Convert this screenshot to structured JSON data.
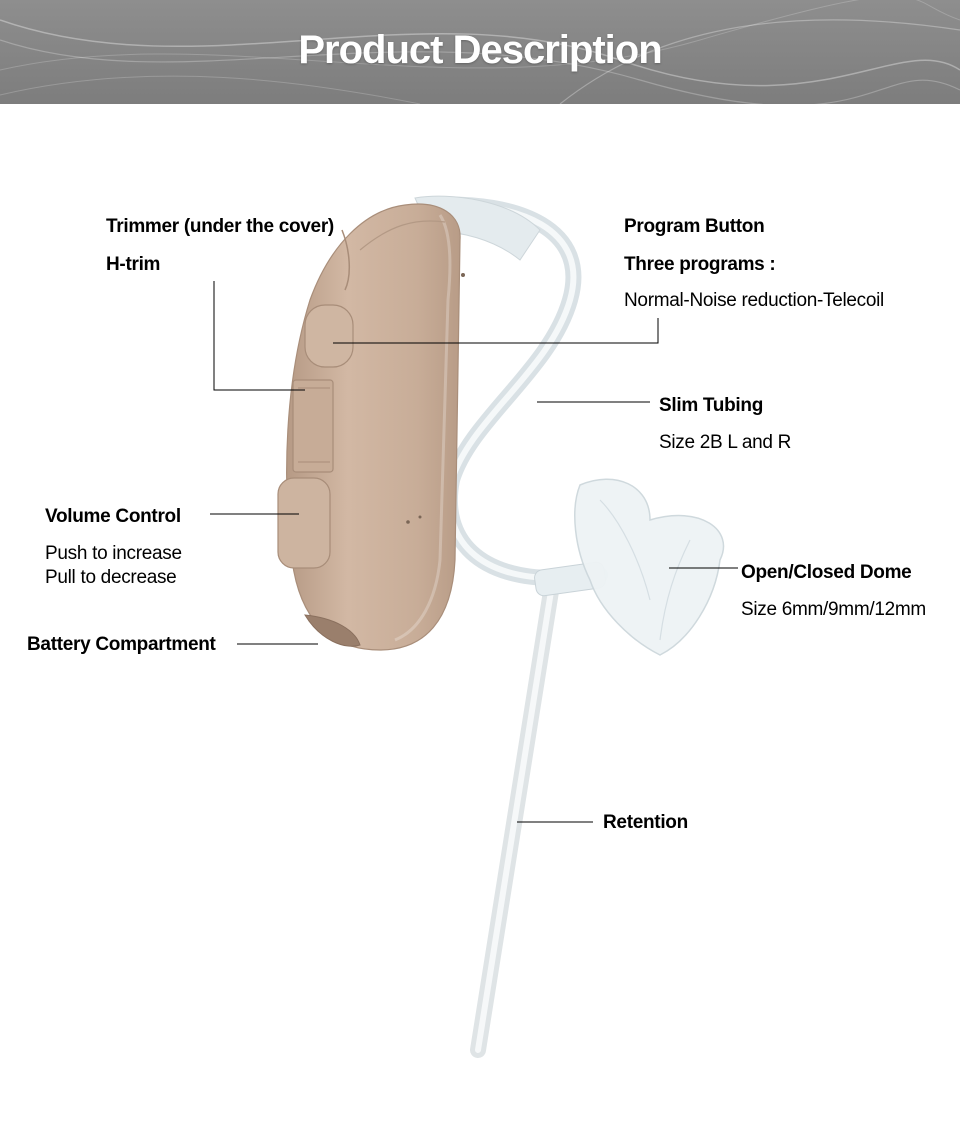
{
  "header": {
    "title": "Product Description"
  },
  "callouts": {
    "trimmer": {
      "title": "Trimmer (under the cover)",
      "subtitle": "H-trim"
    },
    "program": {
      "title": "Program Button",
      "subtitle": "Three programs :",
      "detail": "Normal-Noise reduction-Telecoil"
    },
    "tubing": {
      "title": "Slim Tubing",
      "detail": "Size 2B L and R"
    },
    "volume": {
      "title": "Volume Control",
      "line1": "Push to increase",
      "line2": "Pull to decrease"
    },
    "dome": {
      "title": "Open/Closed Dome",
      "detail": "Size 6mm/9mm/12mm"
    },
    "battery": {
      "title": "Battery Compartment"
    },
    "retention": {
      "title": "Retention"
    }
  },
  "colors": {
    "banner": "#8a8a8a",
    "device_body": "#c8ad98",
    "tubing": "#e6ecef",
    "leader_line": "#000000"
  }
}
